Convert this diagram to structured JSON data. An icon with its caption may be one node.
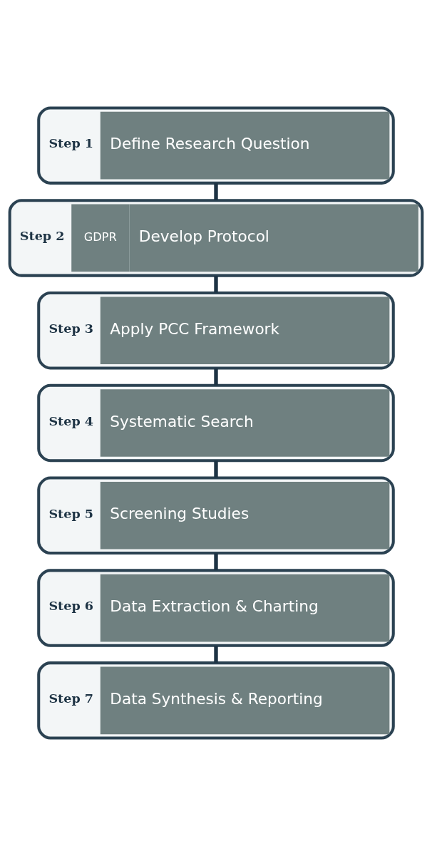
{
  "diagram": {
    "nodes": [
      {
        "text": [
          "Step 1",
          "Define Research Question"
        ]
      },
      {
        "text": [
          "Step 2",
          "GDPR",
          "Develop Protocol"
        ]
      },
      {
        "text": [
          "Step 3",
          "Apply PCC Framework"
        ]
      },
      {
        "text": [
          "Step 4",
          "Systematic Search"
        ]
      },
      {
        "text": [
          "Step 5",
          "Screening Studies"
        ]
      },
      {
        "text": [
          "Step 6",
          "Data Extraction & Charting"
        ]
      },
      {
        "text": [
          "Step 7",
          "Data Synthesis & Reporting"
        ]
      }
    ],
    "edges": [
      {
        "from": 0,
        "to": 1,
        "arrow": "none"
      },
      {
        "from": 1,
        "to": 2,
        "arrow": "none"
      },
      {
        "from": 2,
        "to": 3,
        "arrow": "none"
      },
      {
        "from": 3,
        "to": 4,
        "arrow": "none"
      },
      {
        "from": 4,
        "to": 5,
        "arrow": "none"
      },
      {
        "from": 5,
        "to": 6,
        "arrow": "none"
      }
    ]
  }
}
